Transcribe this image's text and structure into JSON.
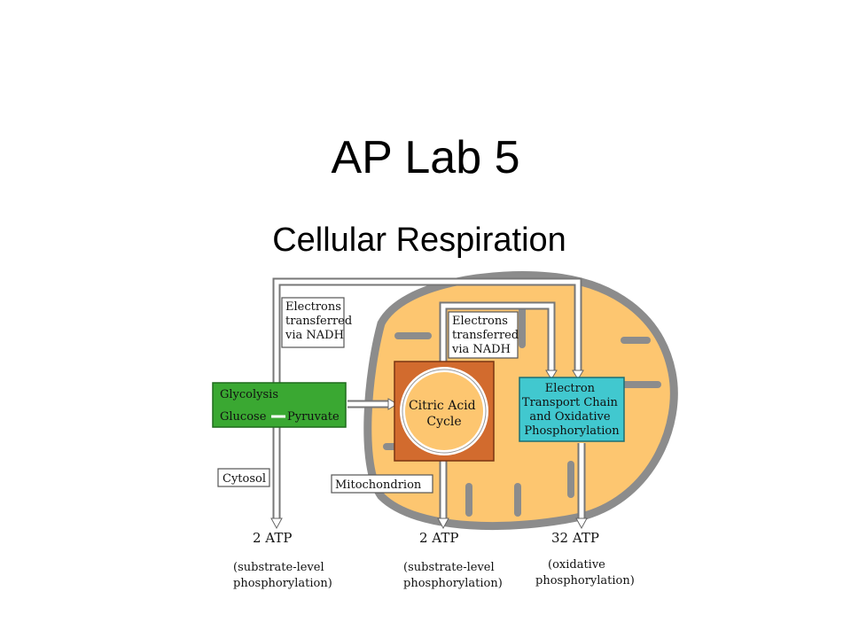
{
  "slide": {
    "title": "AP Lab 5",
    "subtitle": "Cellular Respiration"
  },
  "diagram": {
    "electrons_left": [
      "Electrons",
      "transferred",
      "via NADH"
    ],
    "electrons_mid": [
      "Electrons",
      "transferred",
      "via NADH"
    ],
    "glycolysis": "Glycolysis",
    "glucose": "Glucose",
    "pyruvate": "Pyruvate",
    "citric_acid": [
      "Citric Acid",
      "Cycle"
    ],
    "etc": [
      "Electron",
      "Transport Chain",
      "and Oxidative",
      "Phosphorylation"
    ],
    "cytosol": "Cytosol",
    "mitochondrion": "Mitochondrion",
    "atp_left": "2 ATP",
    "atp_mid": "2 ATP",
    "atp_right": "32 ATP",
    "desc_left": [
      "(substrate-level",
      "phosphorylation)"
    ],
    "desc_mid": [
      "(substrate-level",
      "phosphorylation)"
    ],
    "desc_right": [
      "(oxidative",
      "phosphorylation)"
    ],
    "colors": {
      "matrix": "#fdc670",
      "membrane": "#8c8c8c",
      "glycolysis": "#3aa832",
      "citric_box": "#d26b2e",
      "etc_box": "#41c8cf"
    }
  }
}
